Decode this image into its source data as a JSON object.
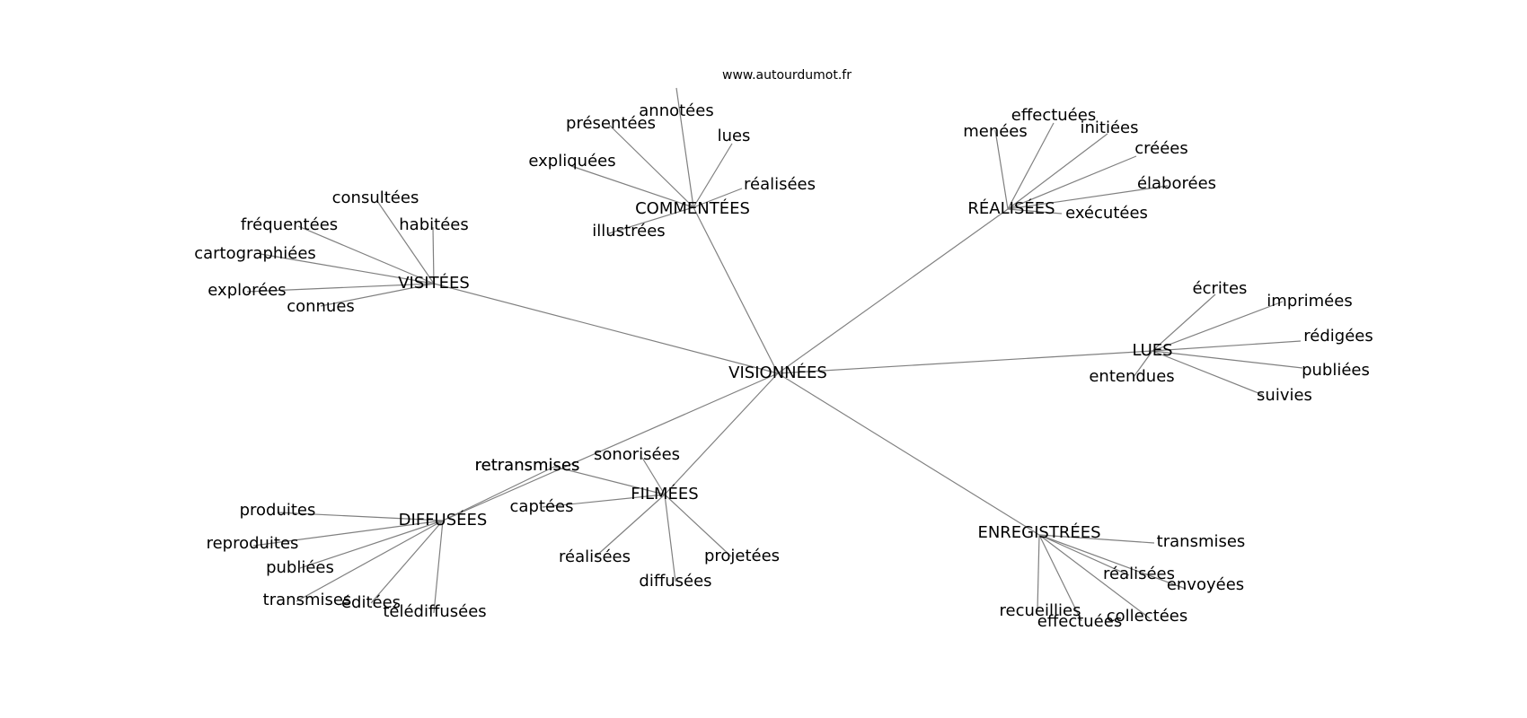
{
  "source": "www.autourdumot.fr",
  "center": "VISIONNÉES",
  "clusters": [
    {
      "label": "COMMENTÉES",
      "children": [
        "annotées",
        "présentées",
        "lues",
        "expliquées",
        "réalisées",
        "illustrées"
      ]
    },
    {
      "label": "RÉALISÉES",
      "children": [
        "effectuées",
        "menées",
        "initiées",
        "créées",
        "élaborées",
        "exécutées"
      ]
    },
    {
      "label": "VISITÉES",
      "children": [
        "consultées",
        "fréquentées",
        "habitées",
        "cartographiées",
        "explorées",
        "connues"
      ]
    },
    {
      "label": "LUES",
      "children": [
        "écrites",
        "imprimées",
        "rédigées",
        "entendues",
        "publiées",
        "suivies"
      ]
    },
    {
      "label": "FILMÉES",
      "children": [
        "sonorisées",
        "retransmises",
        "captées",
        "réalisées",
        "projetées",
        "diffusées"
      ]
    },
    {
      "label": "DIFFUSÉES",
      "children": [
        "retransmises",
        "produites",
        "reproduites",
        "publiées",
        "transmises",
        "éditées",
        "télédiffusées"
      ]
    },
    {
      "label": "ENREGISTRÉES",
      "children": [
        "transmises",
        "réalisées",
        "envoyées",
        "recueillies",
        "effectuées",
        "collectées"
      ]
    }
  ]
}
